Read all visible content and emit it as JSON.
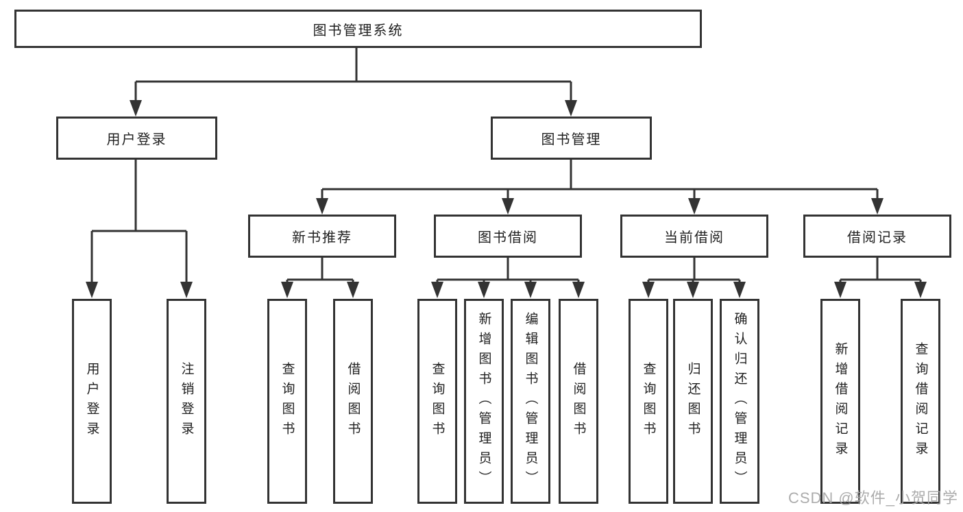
{
  "diagram": {
    "title": "图书管理系统",
    "watermark": "CSDN @软件_小贺同学",
    "colors": {
      "line": "#333333",
      "box_border": "#333333",
      "box_fill": "#ffffff",
      "text": "#1f1f1f",
      "watermark": "#a5a5a5",
      "background": "#ffffff"
    }
  },
  "nodes": {
    "root": {
      "label": "图书管理系统"
    },
    "level2": [
      {
        "label": "用户登录"
      },
      {
        "label": "图书管理"
      }
    ],
    "level3": [
      {
        "label": "新书推荐"
      },
      {
        "label": "图书借阅"
      },
      {
        "label": "当前借阅"
      },
      {
        "label": "借阅记录"
      }
    ],
    "level4": [
      {
        "label": "用户登录"
      },
      {
        "label": "注销登录"
      },
      {
        "label": "查询图书"
      },
      {
        "label": "借阅图书"
      },
      {
        "label": "查询图书"
      },
      {
        "label": "新增图书（管理员）"
      },
      {
        "label": "编辑图书（管理员）"
      },
      {
        "label": "借阅图书"
      },
      {
        "label": "查询图书"
      },
      {
        "label": "归还图书"
      },
      {
        "label": "确认归还（管理员）"
      },
      {
        "label": "新增借阅记录"
      },
      {
        "label": "查询借阅记录"
      }
    ]
  }
}
